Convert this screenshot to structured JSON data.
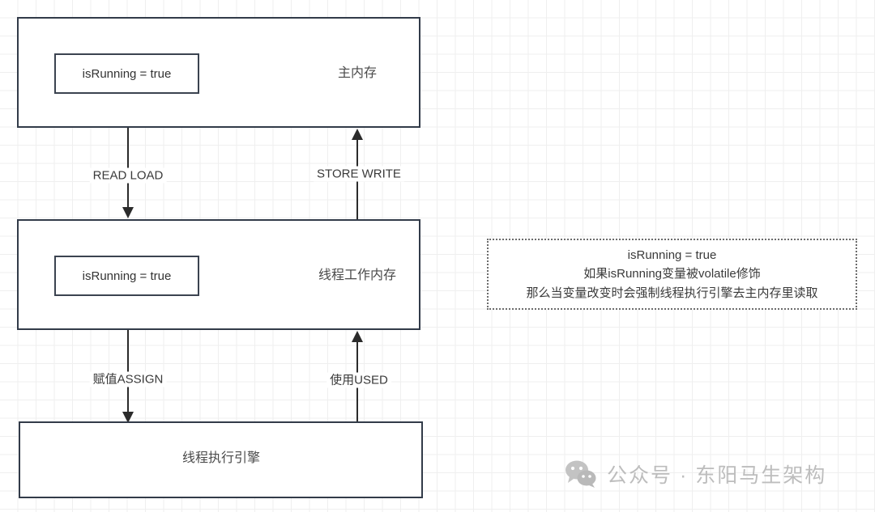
{
  "diagram": {
    "main_memory": {
      "label": "主内存",
      "variable": "isRunning = true"
    },
    "thread_working_memory": {
      "label": "线程工作内存",
      "variable": "isRunning = true"
    },
    "thread_execution_engine": {
      "label": "线程执行引擎"
    },
    "arrows": [
      {
        "label": "READ LOAD",
        "direction": "down"
      },
      {
        "label": "STORE WRITE",
        "direction": "up"
      },
      {
        "label": "赋值ASSIGN",
        "direction": "down"
      },
      {
        "label": "使用USED",
        "direction": "up"
      }
    ],
    "note": {
      "lines": [
        "isRunning = true",
        "如果isRunning变量被volatile修饰",
        "那么当变量改变时会强制线程执行引擎去主内存里读取"
      ]
    }
  },
  "watermark": {
    "icon": "wechat-icon",
    "text": "公众号 · 东阳马生架构"
  },
  "colors": {
    "stroke": "#323b49",
    "grid_minor": "#efefef",
    "grid_major": "#e6e6e6",
    "arrow": "#2b2b2b",
    "note_border": "#6c6c6c",
    "watermark": "#bdbdbd"
  }
}
